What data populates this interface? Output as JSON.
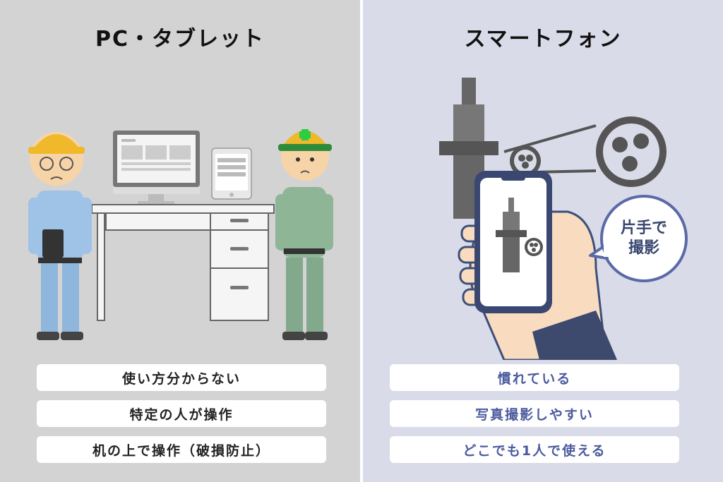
{
  "left": {
    "title": "PC・タブレット",
    "points": [
      "使い方分からない",
      "特定の人が操作",
      "机の上で操作（破損防止）"
    ]
  },
  "right": {
    "title": "スマートフォン",
    "points": [
      "慣れている",
      "写真撮影しやすい",
      "どこでも1人で使える"
    ],
    "bubble_line1": "片手で",
    "bubble_line2": "撮影"
  },
  "colors": {
    "left_bg": "#d3d3d3",
    "right_bg": "#d9dbe8",
    "right_text": "#4b5b9e",
    "bubble_border": "#5a6aa8"
  }
}
